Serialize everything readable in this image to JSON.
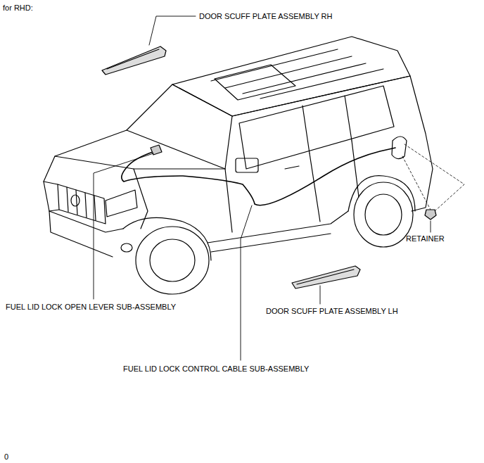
{
  "diagram": {
    "title": "for RHD:",
    "labels": [
      "DOOR SCUFF PLATE ASSEMBLY RH",
      "RETAINER",
      "FUEL LID LOCK OPEN LEVER SUB-ASSEMBLY",
      "DOOR SCUFF PLATE ASSEMBLY LH",
      "FUEL LID LOCK CONTROL CABLE SUB-ASSEMBLY",
      "0"
    ]
  }
}
